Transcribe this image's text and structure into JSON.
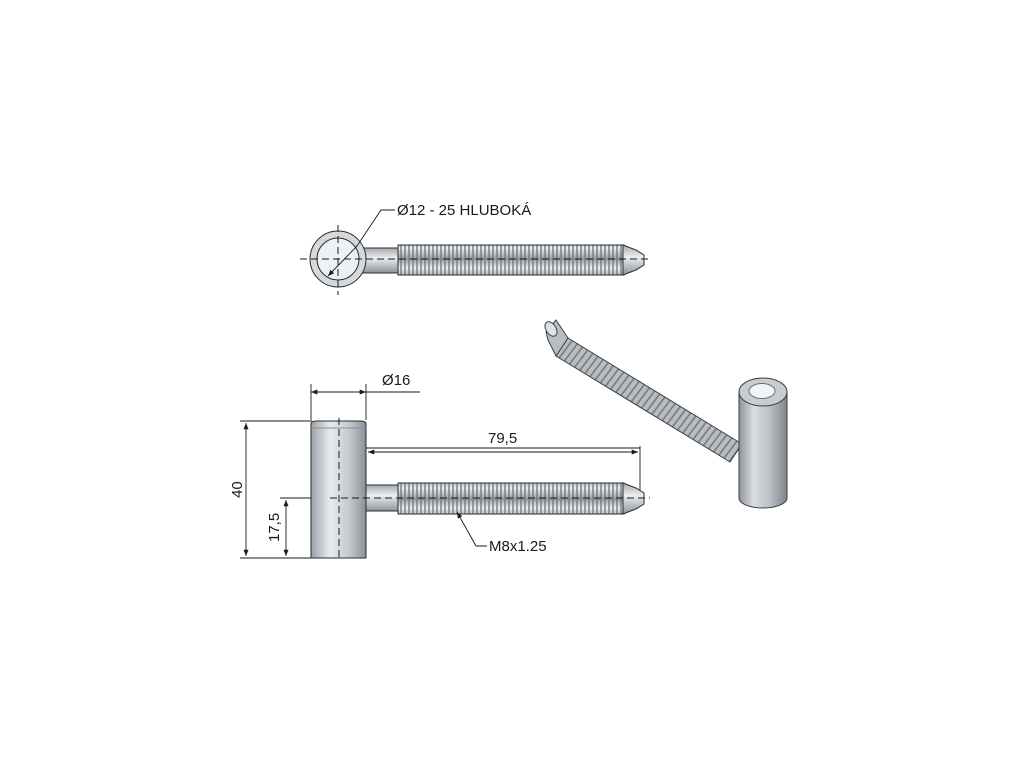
{
  "top_view": {
    "hole_label": "Ø12 - 25 HLUBOKÁ"
  },
  "side_view": {
    "diameter_label": "Ø16",
    "length_label": "79,5",
    "height_label": "40",
    "offset_label": "17,5",
    "thread_label": "M8x1.25"
  },
  "colors": {
    "metal_light": "#e6e9ec",
    "metal_mid": "#b9bec4",
    "metal_dark": "#7d838a",
    "ink": "#1a1a1a"
  }
}
